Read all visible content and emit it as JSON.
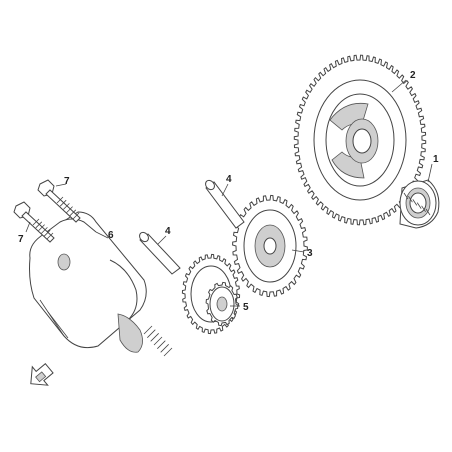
{
  "diagram": {
    "callouts": [
      {
        "id": "c1",
        "label": "1",
        "part": "bearing"
      },
      {
        "id": "c2",
        "label": "2",
        "part": "starter-driven-gear"
      },
      {
        "id": "c3",
        "label": "3",
        "part": "idle-gear-large"
      },
      {
        "id": "c4a",
        "label": "4",
        "part": "shaft-upper"
      },
      {
        "id": "c4b",
        "label": "4",
        "part": "shaft-lower"
      },
      {
        "id": "c5",
        "label": "5",
        "part": "idle-gear-small"
      },
      {
        "id": "c6",
        "label": "6",
        "part": "starter-motor"
      },
      {
        "id": "c7a",
        "label": "7",
        "part": "bolt-upper"
      },
      {
        "id": "c7b",
        "label": "7",
        "part": "bolt-lower"
      }
    ],
    "colors": {
      "line": "#444444",
      "shade": "#cfcfcf",
      "background": "#ffffff"
    },
    "icons": {
      "orientation": "direction-arrow-icon"
    }
  }
}
